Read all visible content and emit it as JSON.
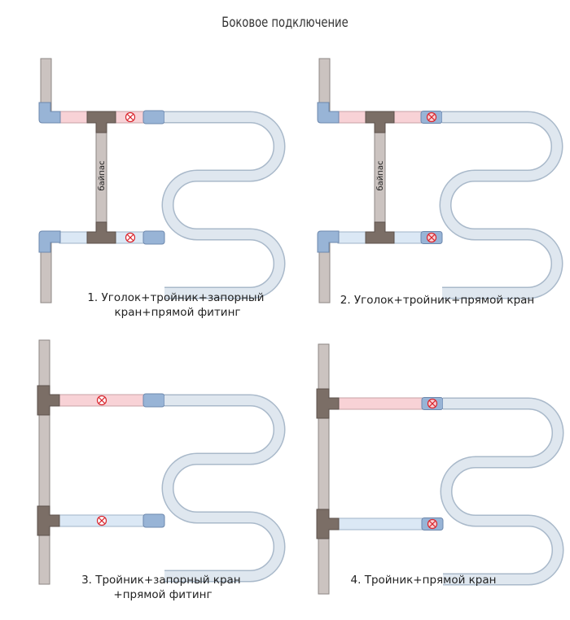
{
  "title": "Боковое подключение",
  "bypass_label": "байпас",
  "colors": {
    "riser": "#cbc3c0",
    "riser_stroke": "#8e8784",
    "tee": "#7b6e66",
    "hot_pipe": "#f8d2d6",
    "cold_pipe": "#dbe8f5",
    "coil_fill": "#dfe7ef",
    "coil_stroke": "#a9b9ca",
    "fitting": "#98b4d6",
    "fitting_stroke": "#6d88ad",
    "valve_mark": "#d9262e"
  },
  "diagrams": [
    {
      "caption_lines": [
        "1. Уголок+тройник+запорный",
        "кран+прямой фитинг"
      ]
    },
    {
      "caption_lines": [
        "2. Уголок+тройник+прямой кран"
      ]
    },
    {
      "caption_lines": [
        "3. Тройник+запорный кран",
        "+прямой фитинг"
      ]
    },
    {
      "caption_lines": [
        "4. Тройник+прямой кран"
      ]
    }
  ]
}
